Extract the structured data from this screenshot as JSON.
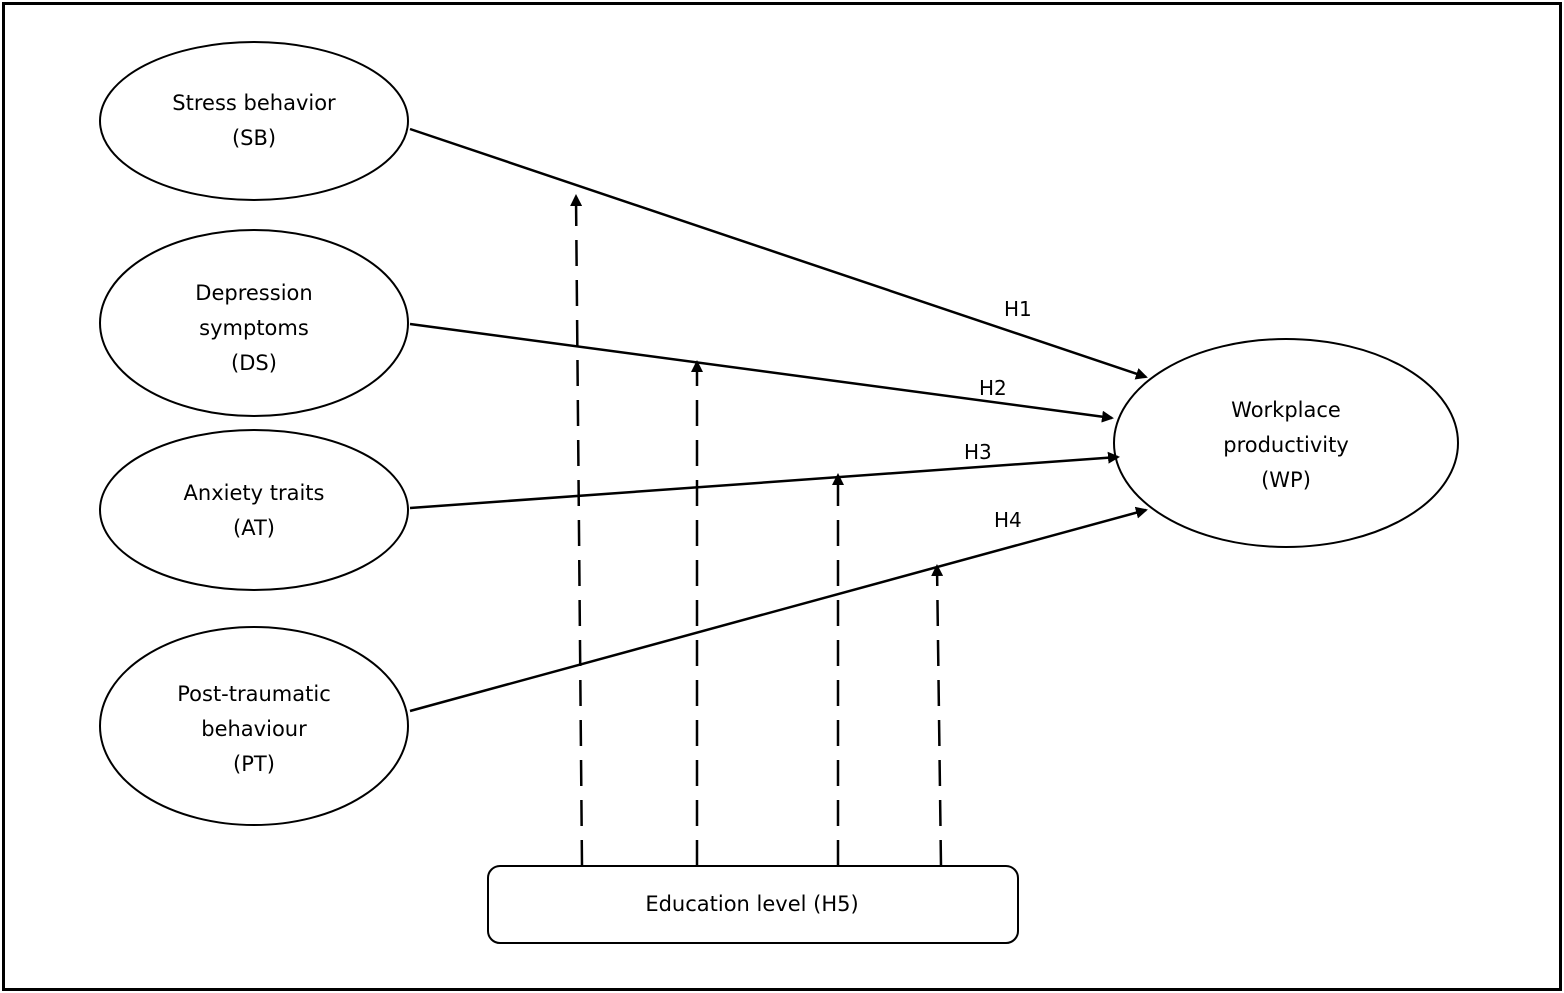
{
  "diagram": {
    "nodes": {
      "sb": {
        "lines": [
          "Stress behavior",
          "(SB)"
        ]
      },
      "ds": {
        "lines": [
          "Depression",
          "symptoms",
          "(DS)"
        ]
      },
      "at": {
        "lines": [
          "Anxiety traits",
          "(AT)"
        ]
      },
      "pt": {
        "lines": [
          "Post-traumatic",
          "behaviour",
          "(PT)"
        ]
      },
      "wp": {
        "lines": [
          "Workplace",
          "productivity",
          "(WP)"
        ]
      },
      "edu": {
        "label": "Education level (H5)"
      }
    },
    "paths": [
      {
        "from": "sb",
        "to": "wp",
        "label": "H1"
      },
      {
        "from": "ds",
        "to": "wp",
        "label": "H2"
      },
      {
        "from": "at",
        "to": "wp",
        "label": "H3"
      },
      {
        "from": "pt",
        "to": "wp",
        "label": "H4"
      }
    ],
    "moderation": {
      "from": "edu",
      "targets": [
        "H1",
        "H2",
        "H3",
        "H4"
      ],
      "style": "dashed"
    },
    "colors": {
      "stroke": "#000000",
      "background": "#ffffff"
    }
  }
}
